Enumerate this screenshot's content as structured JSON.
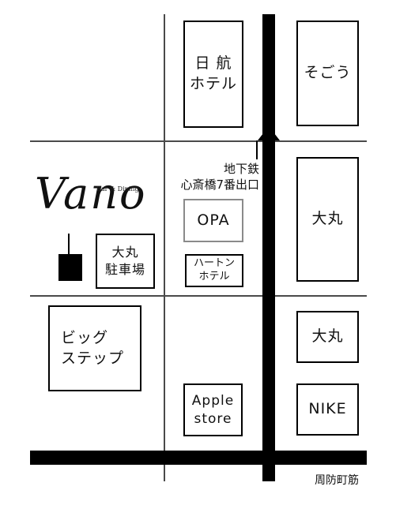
{
  "logo": {
    "name": "Vano",
    "tagline": "Bar & Dining",
    "marker_icon": "shop-marker-icon"
  },
  "buildings": {
    "nikko_hotel": "日 航\nホテル",
    "sogo": "そごう",
    "opa": "OPA",
    "daimaru_main": "大丸",
    "daimaru_parking": "大丸\n駐車場",
    "hearton_hotel": "ハートン\nホテル",
    "big_step": "ビッグ\nステップ",
    "daimaru_south": "大丸",
    "apple_store": "Apple\nstore",
    "nike": "NIKE"
  },
  "labels": {
    "subway_exit_line1": "地下鉄",
    "subway_exit_line2": "心斎橋7番出口",
    "street_name": "周防町筋"
  }
}
